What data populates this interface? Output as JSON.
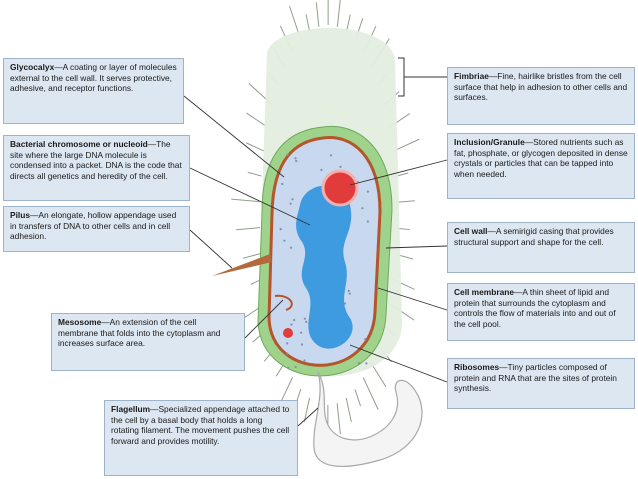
{
  "labels": {
    "glycocalyx": {
      "term": "Glycocalyx",
      "desc": "—A coating or layer of molecules external to the cell wall. It serves protective, adhesive, and receptor functions."
    },
    "chromosome": {
      "term": "Bacterial chromosome or nucleoid",
      "desc": "—The site where the large DNA molecule is condensed into a packet. DNA is the code that directs all genetics and heredity of the cell."
    },
    "pilus": {
      "term": "Pilus",
      "desc": "—An elongate, hollow appendage used in transfers of DNA to other cells and in cell adhesion."
    },
    "mesosome": {
      "term": "Mesosome",
      "desc": "—An extension of the cell membrane that folds into the cytoplasm and increases surface area."
    },
    "flagellum": {
      "term": "Flagellum",
      "desc": "—Specialized appendage attached to the cell by a basal body that holds a long rotating filament. The movement pushes the cell forward and provides motility."
    },
    "fimbriae": {
      "term": "Fimbriae",
      "desc": "—Fine, hairlike bristles from the cell surface that help in adhesion to other cells and surfaces."
    },
    "inclusion": {
      "term": "Inclusion/Granule",
      "desc": "—Stored nutrients such as fat, phosphate, or glycogen deposited in dense crystals or particles that can be tapped into when needed."
    },
    "cellwall": {
      "term": "Cell wall",
      "desc": "—A semirigid casing that provides structural support and shape for the cell."
    },
    "membrane": {
      "term": "Cell membrane",
      "desc": "—A thin sheet of lipid and protein that surrounds the cytoplasm and controls the flow of materials into and out of the cell pool."
    },
    "ribosomes": {
      "term": "Ribosomes",
      "desc": "—Tiny particles composed of protein and RNA that are the sites of protein synthesis."
    }
  },
  "colors": {
    "glycocalyx": "#e3eedf",
    "cell_wall": "#9fd28a",
    "membrane": "#b5552c",
    "cytoplasm": "#c8d8ef",
    "nucleoid": "#3f9be0",
    "inclusion": "#e23b3b",
    "box_fill": "#dde7f2",
    "leader_line": "#333333"
  }
}
